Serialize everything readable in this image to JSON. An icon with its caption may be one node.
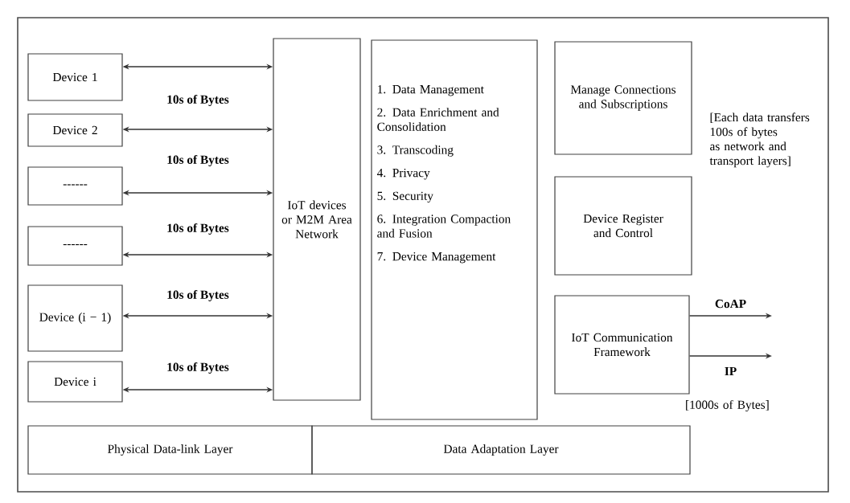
{
  "diagram": {
    "nodes": [
      {
        "text": [
          "Device 1"
        ]
      },
      {
        "text": [
          "Device 2"
        ]
      },
      {
        "text": [
          "------"
        ]
      },
      {
        "text": [
          "------"
        ]
      },
      {
        "text": [
          "Device (i − 1)"
        ]
      },
      {
        "text": [
          "Device i"
        ]
      },
      {
        "text": [
          "IoT devices or M2M Area Network"
        ]
      },
      {
        "text": [
          "1. Data Management",
          "2. Data Enrichment and Consolidation",
          "3. Transcoding",
          "4. Privacy",
          "5. Security",
          "6. Integration Compaction and Fusion",
          "7. Device Management"
        ]
      },
      {
        "text": [
          "Manage Connections and Subscriptions"
        ]
      },
      {
        "text": [
          "Device Register and Control"
        ]
      },
      {
        "text": [
          "IoT Communication Framework"
        ]
      },
      {
        "text": [
          "Physical Data-link Layer"
        ]
      },
      {
        "text": [
          "Data Adaptation Layer"
        ]
      }
    ],
    "edges": [
      {
        "from": 0,
        "to": 6,
        "arrow": "both"
      },
      {
        "from": 1,
        "to": 6,
        "arrow": "both",
        "label": "10s of Bytes"
      },
      {
        "from": 2,
        "to": 6,
        "arrow": "both",
        "label": "10s of Bytes"
      },
      {
        "from": 3,
        "to": 6,
        "arrow": "both",
        "label": "10s of Bytes"
      },
      {
        "from": 4,
        "to": 6,
        "arrow": "both",
        "label": "10s of Bytes"
      },
      {
        "from": 5,
        "to": 6,
        "arrow": "both",
        "label": "10s of Bytes"
      },
      {
        "from": 10,
        "to": null,
        "arrow": "to",
        "label": "CoAP"
      },
      {
        "from": 10,
        "to": null,
        "arrow": "to",
        "label": "IP"
      }
    ],
    "labels": [
      "[Each data transfers 100s of bytes as network and transport layers]",
      "[1000s of Bytes]"
    ]
  }
}
